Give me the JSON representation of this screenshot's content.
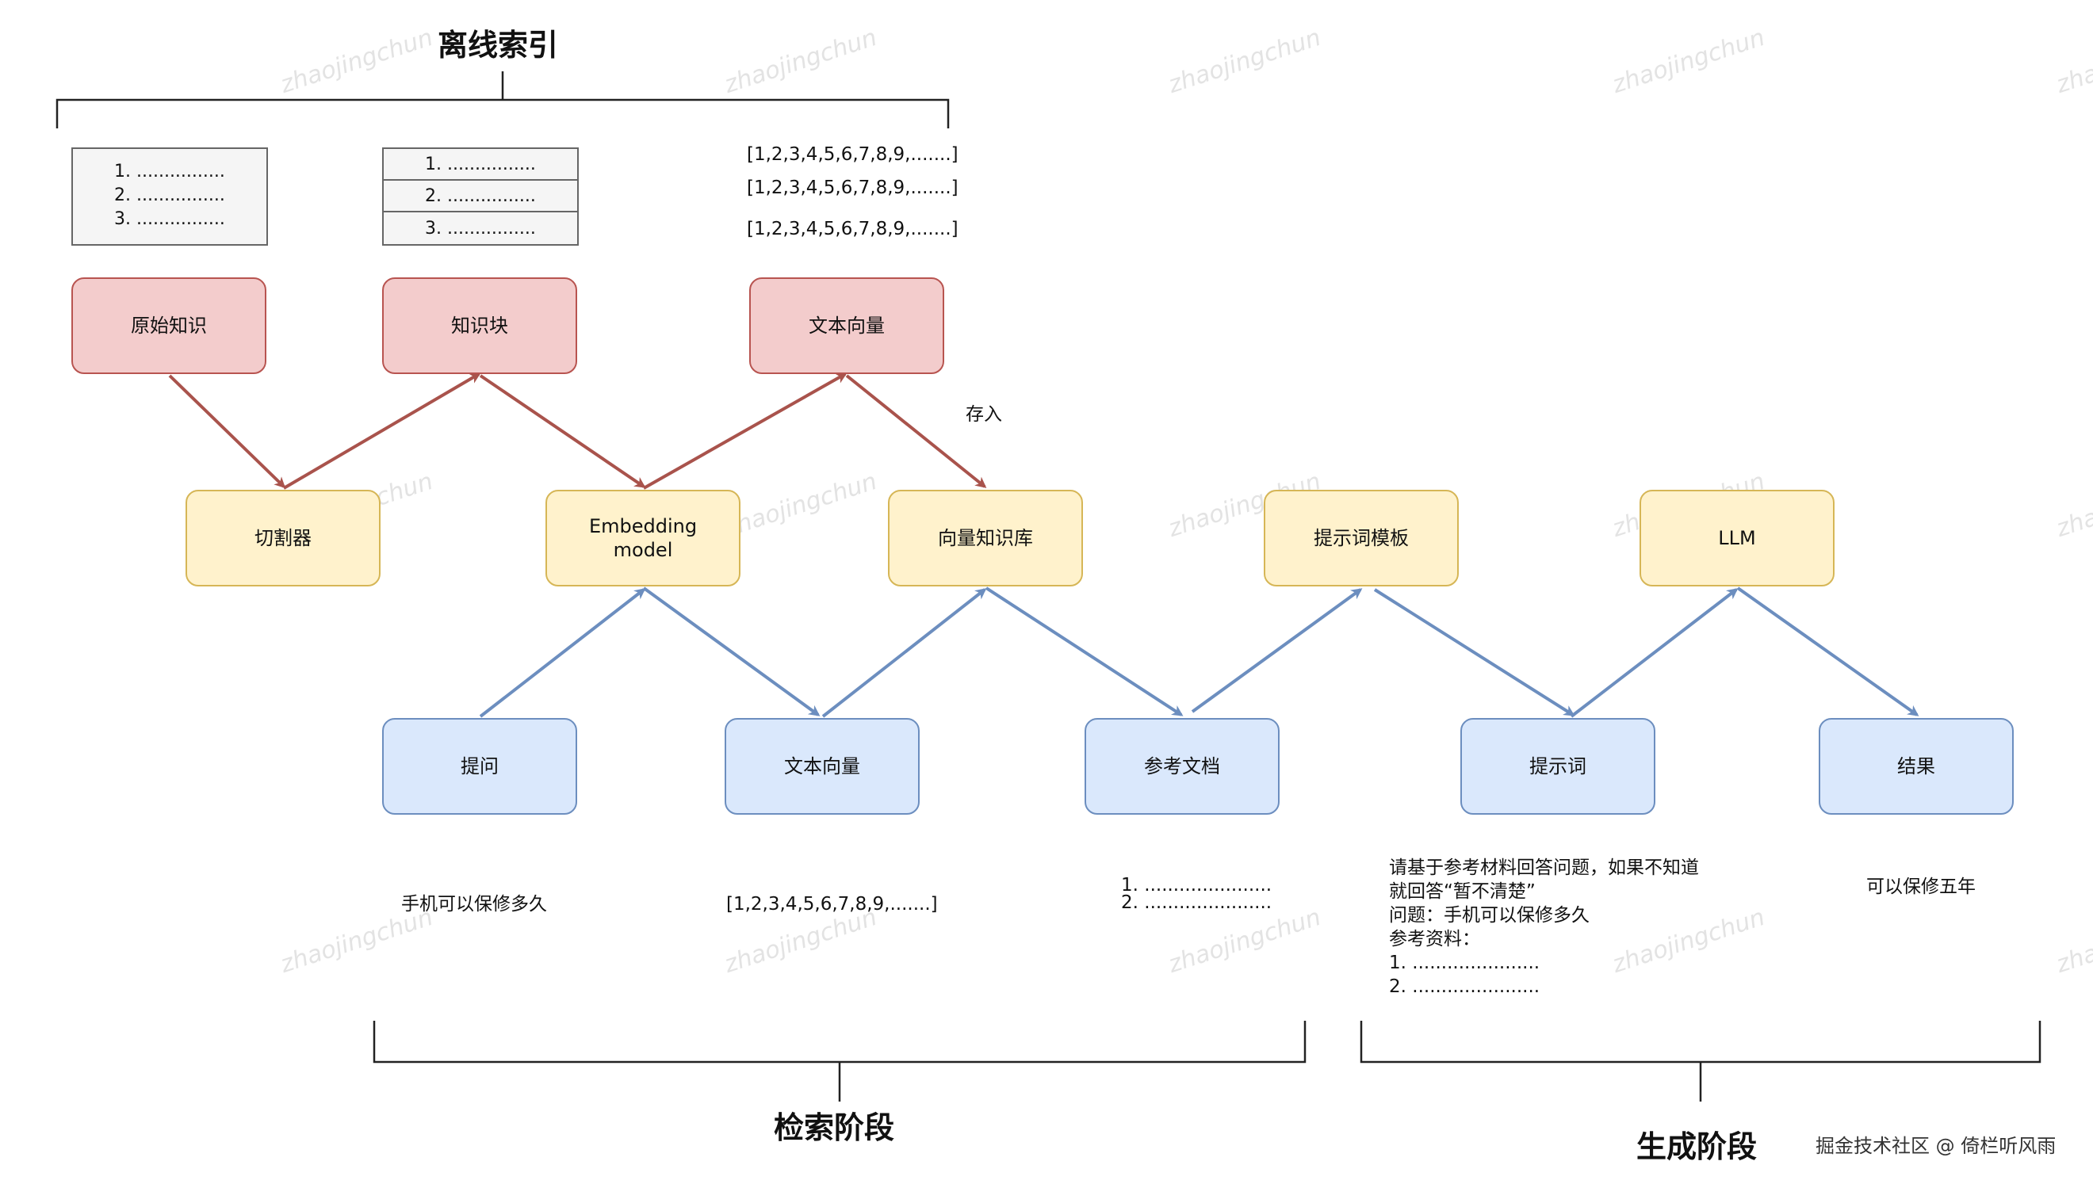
{
  "headings": {
    "offline": "离线索引",
    "retrieval": "检索阶段",
    "generation": "生成阶段"
  },
  "offline_row": {
    "raw_knowledge": "原始知识",
    "chunks": "知识块",
    "text_vector": "文本向量"
  },
  "middle_row": {
    "splitter": "切割器",
    "embedding": "Embedding model",
    "vector_db": "向量知识库",
    "prompt_template": "提示词模板",
    "llm": "LLM"
  },
  "bottom_row": {
    "question": "提问",
    "text_vector": "文本向量",
    "reference_docs": "参考文档",
    "prompt": "提示词",
    "result": "结果"
  },
  "raw_list": [
    "1. ................",
    "2. ................",
    "3. ................"
  ],
  "chunk_list": [
    "1. ................",
    "2. ................",
    "3. ................"
  ],
  "vector_lines": [
    "[1,2,3,4,5,6,7,8,9,.......]",
    "[1,2,3,4,5,6,7,8,9,.......]",
    "[1,2,3,4,5,6,7,8,9,.......]"
  ],
  "store_label": "存入",
  "question_example": "手机可以保修多久",
  "query_vector_example": "[1,2,3,4,5,6,7,8,9,.......]",
  "reference_example": [
    "1. ......................",
    "2. ......................"
  ],
  "prompt_example": [
    "请基于参考材料回答问题，如果不知道",
    "就回答“暂不清楚”",
    "问题：手机可以保修多久",
    "参考资料：",
    "1. ......................",
    "2. ......................"
  ],
  "result_example": "可以保修五年",
  "watermark": "zhaojingchun",
  "credit": "掘金技术社区 @ 倚栏听风雨",
  "colors": {
    "offline_arrow": "#a9534c",
    "online_arrow": "#6c8ebf"
  }
}
